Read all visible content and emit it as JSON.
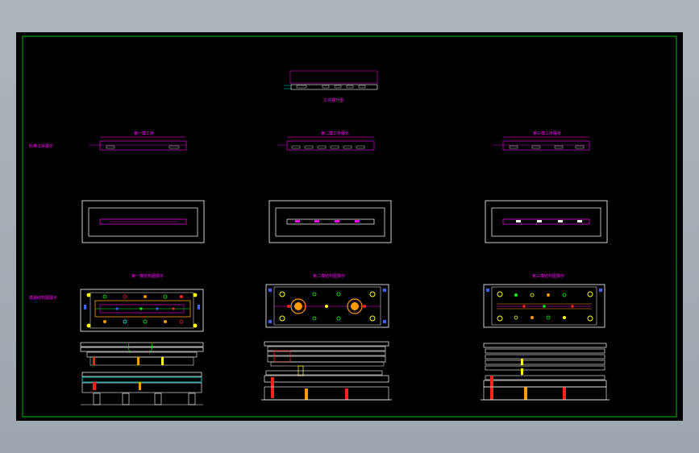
{
  "canvas": {
    "background": "#000000",
    "border_color": "#00c000",
    "workspace_color": "#a7aeb6"
  },
  "colors": {
    "magenta": "#ff00ff",
    "white": "#ffffff",
    "cyan": "#00ffff",
    "yellow": "#ffff00",
    "red": "#ff2020",
    "green": "#00ff00",
    "blue": "#4060ff",
    "orange": "#ff9900"
  },
  "labels": {
    "top_part": "工件展开图",
    "strip_row": "料带工序展示",
    "strip_1": "第一模工序",
    "strip_2": "第二模工序展示",
    "strip_3": "第三模工序展示",
    "die_row": "模具结构图展示",
    "die_1": "第一模结构图展示",
    "die_2": "第二模结构图展示",
    "die_3": "第三模结构图展示"
  }
}
